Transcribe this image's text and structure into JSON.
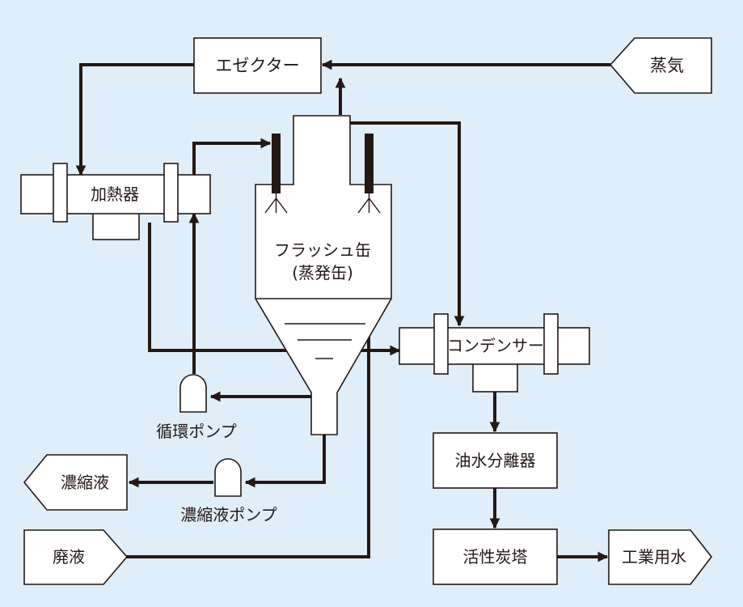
{
  "labels": {
    "ejector": "エゼクター",
    "steam": "蒸気",
    "heater": "加熱器",
    "flash_tank_line1": "フラッシュ缶",
    "flash_tank_line2": "(蒸発缶)",
    "condenser": "コンデンサー",
    "circulation_pump": "循環ポンプ",
    "oil_water_separator": "油水分離器",
    "concentrate": "濃縮液",
    "concentrate_pump": "濃縮液ポンプ",
    "waste_liquid": "廃液",
    "activated_carbon_tower": "活性炭塔",
    "industrial_water": "工業用水"
  },
  "colors": {
    "background": "#dfeef8",
    "box_fill": "#ffffff",
    "line": "#231815"
  }
}
